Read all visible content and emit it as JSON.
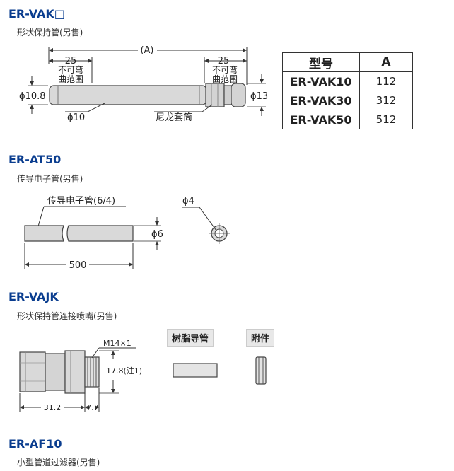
{
  "sections": [
    {
      "title": "ER-VAK□",
      "subtitle": "形状保持管(另售)"
    },
    {
      "title": "ER-AT50",
      "subtitle": "传导电子管(另售)"
    },
    {
      "title": "ER-VAJK",
      "subtitle": "形状保持管连接喷嘴(另售)"
    },
    {
      "title": "ER-AF10",
      "subtitle": "小型管道过滤器(另售)"
    }
  ],
  "vak": {
    "dim_a": "(A)",
    "dim_25_left": "25",
    "dim_25_right": "25",
    "note_left_1": "不可弯",
    "note_left_2": "曲范围",
    "note_right_1": "不可弯",
    "note_right_2": "曲范围",
    "dia_108": "ϕ10.8",
    "dia_13": "ϕ13",
    "dia_10": "ϕ10",
    "nut_label": "尼龙套筒",
    "table": {
      "headers": [
        "型号",
        "A"
      ],
      "rows": [
        {
          "model": "ER-VAK10",
          "a": "112"
        },
        {
          "model": "ER-VAK30",
          "a": "312"
        },
        {
          "model": "ER-VAK50",
          "a": "512"
        }
      ]
    }
  },
  "at50": {
    "tube_label": "传导电子管(6/4)",
    "dia_6": "ϕ6",
    "dia_4": "ϕ4",
    "length": "500"
  },
  "vajk": {
    "thread": "M14×1",
    "height": "17.8(注1)",
    "len_31": "31.2",
    "len_77": "7.7",
    "label_resin": "树脂导管",
    "label_accessory": "附件"
  }
}
